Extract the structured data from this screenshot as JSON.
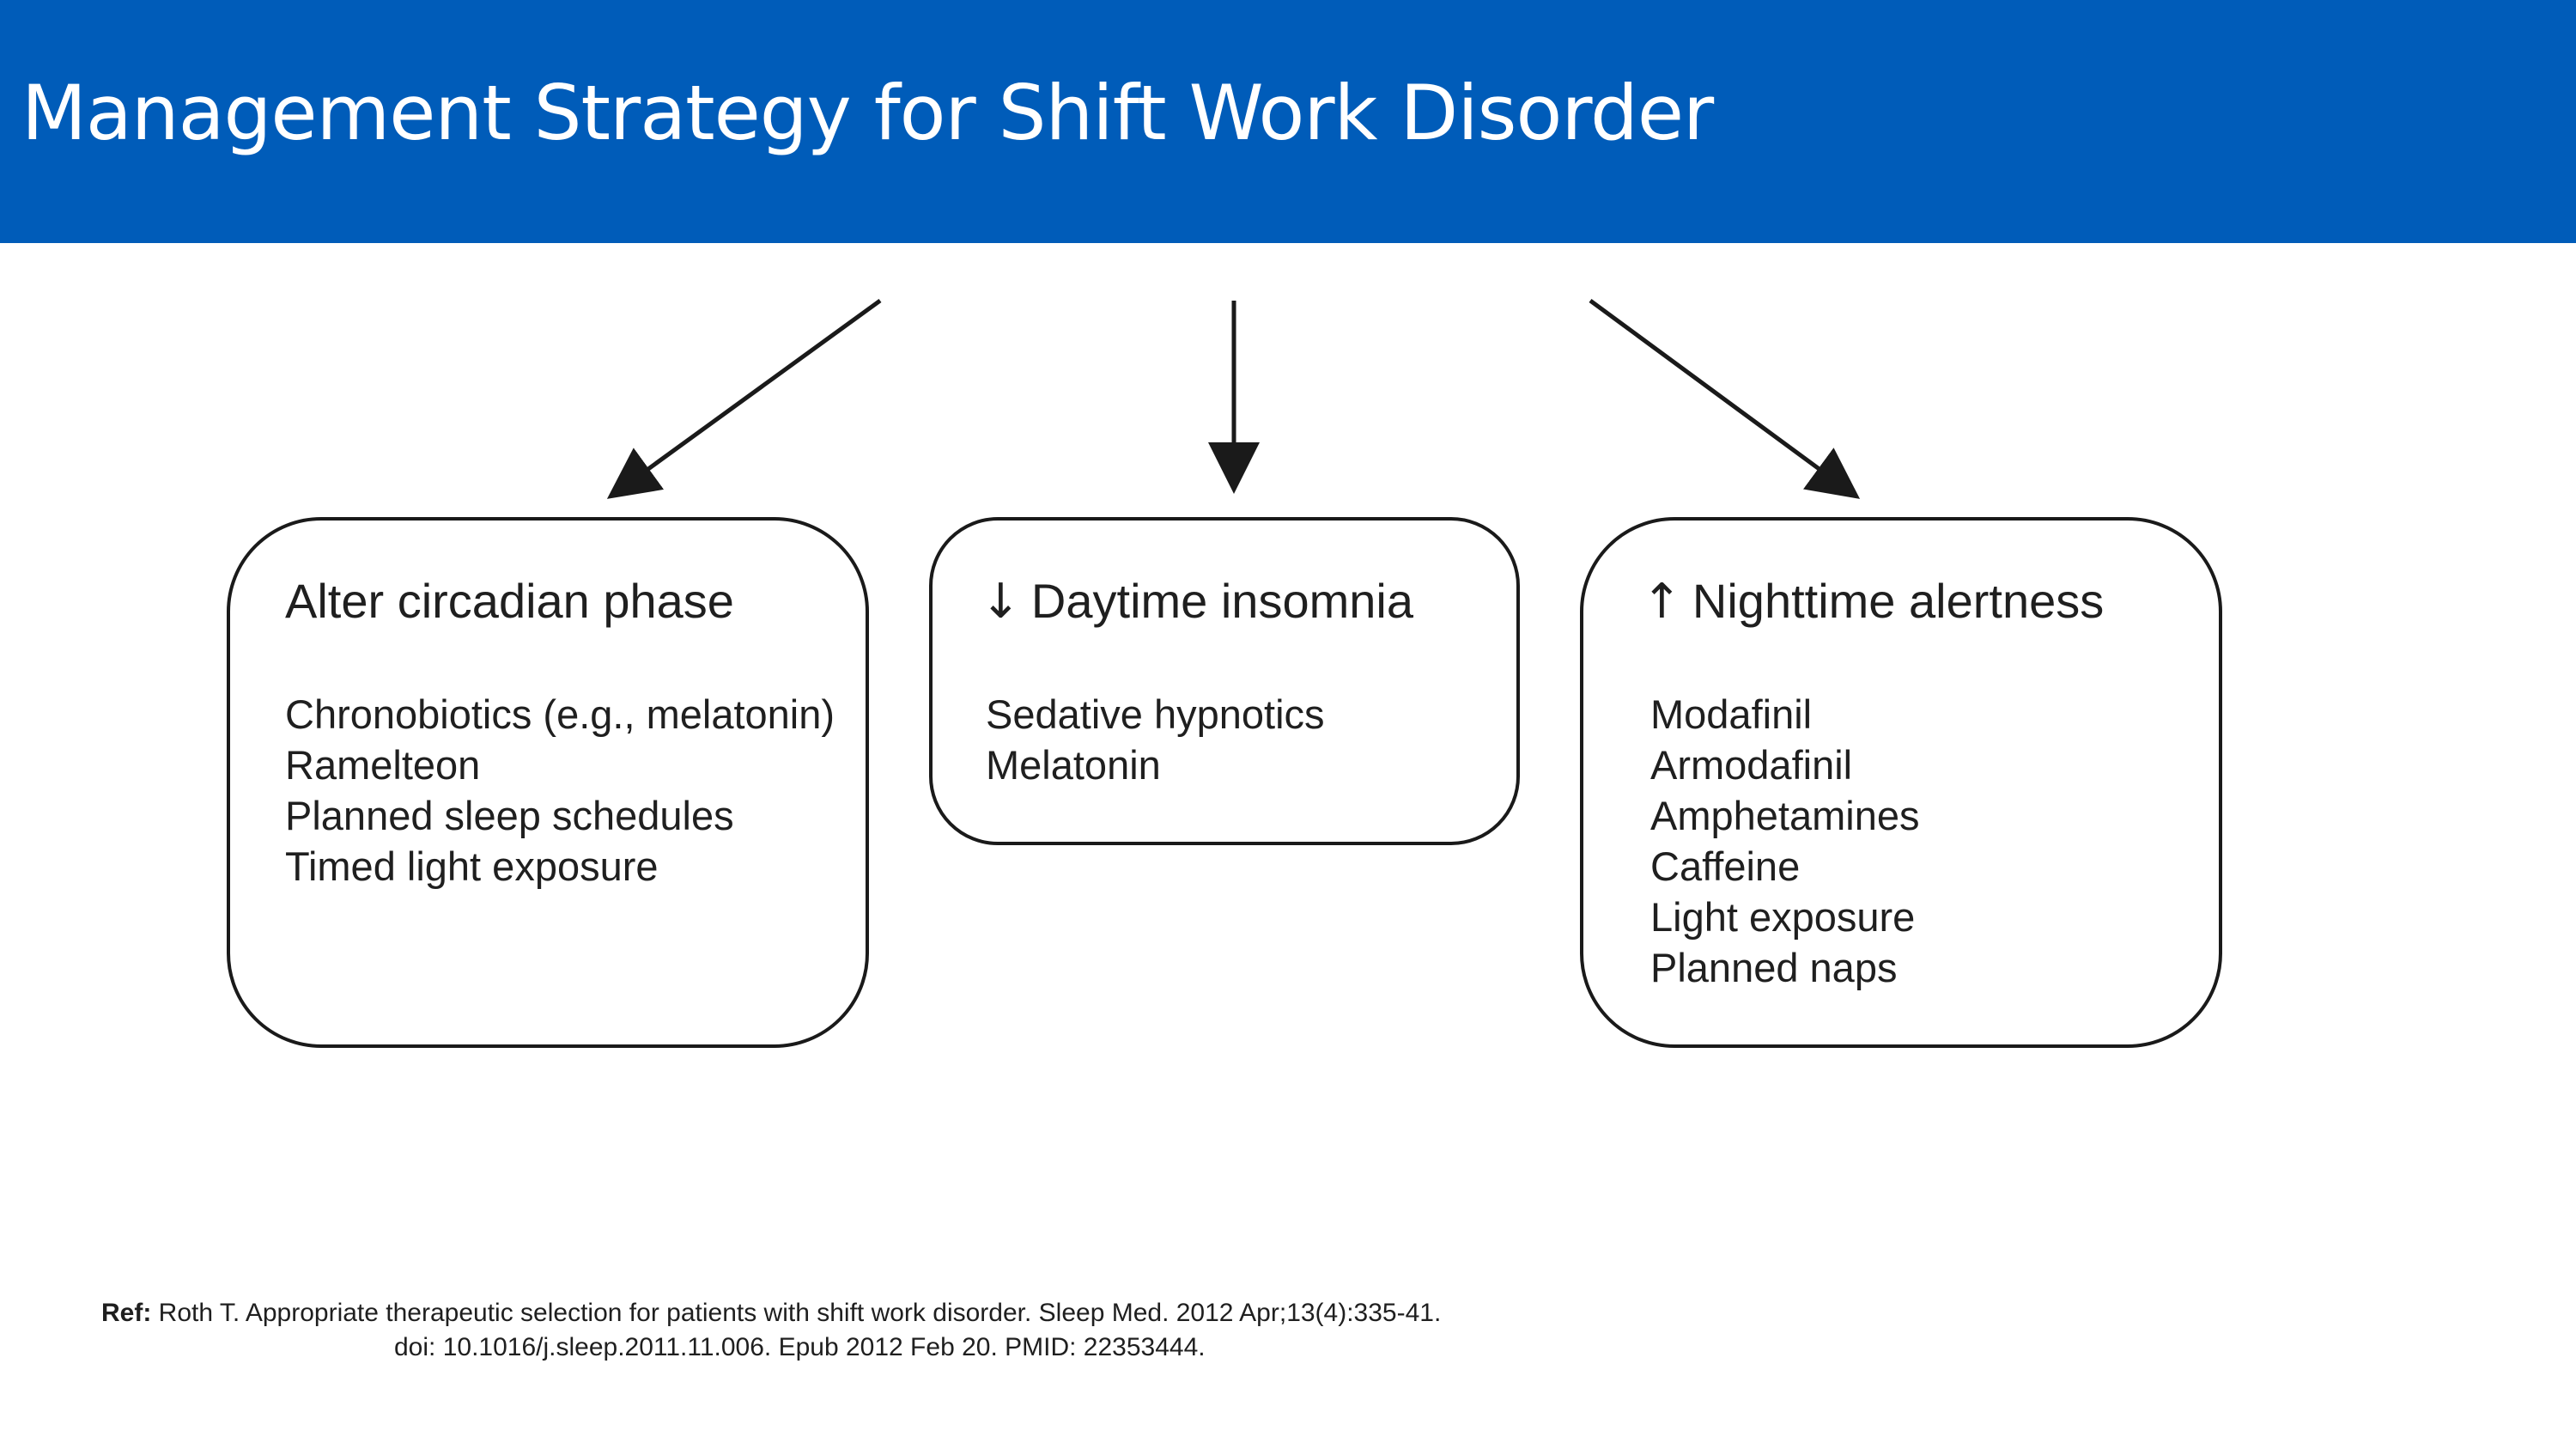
{
  "slide": {
    "title": "Management Strategy for Shift Work Disorder",
    "colors": {
      "title_bar": "#005cb9",
      "title_text": "#ffffff",
      "box_border": "#1a1a1a",
      "text": "#1f1f1f"
    }
  },
  "diagram": {
    "boxes": [
      {
        "heading_arrow": "",
        "heading": "Alter circadian phase",
        "items": [
          "Chronobiotics (e.g., melatonin)",
          "Ramelteon",
          "Planned sleep schedules",
          "Timed light exposure"
        ]
      },
      {
        "heading_arrow": "↓",
        "heading": "Daytime insomnia",
        "items": [
          "Sedative hypnotics",
          "Melatonin"
        ]
      },
      {
        "heading_arrow": "↑",
        "heading": "Nighttime alertness",
        "items": [
          "Modafinil",
          "Armodafinil",
          "Amphetamines",
          "Caffeine",
          "Light exposure",
          "Planned naps"
        ]
      }
    ]
  },
  "reference": {
    "label": "Ref:",
    "line1": " Roth T. Appropriate therapeutic selection for patients with shift work disorder. Sleep Med. 2012 Apr;13(4):335-41.",
    "line2": "doi: 10.1016/j.sleep.2011.11.006. Epub 2012 Feb 20. PMID: 22353444."
  }
}
